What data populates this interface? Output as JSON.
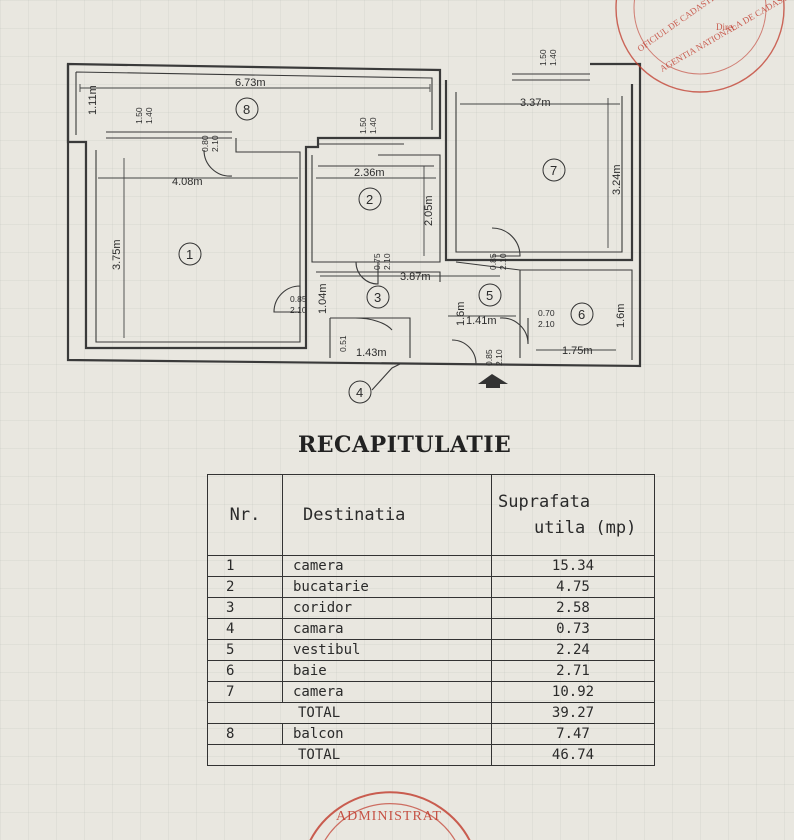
{
  "plan": {
    "dims": {
      "d673": "6.73m",
      "d111": "1.11m",
      "d408": "4.08m",
      "d375": "3.75m",
      "d236": "2.36m",
      "d205": "2.05m",
      "d337": "3.37m",
      "d324": "3.24m",
      "d387": "3.87m",
      "d104": "1.04m",
      "d141": "1.41m",
      "d16a": "1.6m",
      "d16b": "1.6m",
      "d143": "1.43m",
      "d051": "0.51",
      "d175": "1.75m"
    },
    "openings": {
      "w1a": "1.50",
      "w1b": "1.40",
      "w2a": "1.50",
      "w2b": "1.40",
      "w7a": "1.50",
      "w7b": "1.40",
      "dbalc_a": "0.80",
      "dbalc_b": "2.10",
      "d2a": "0.75",
      "d2b": "2.10",
      "d7a": "0.85",
      "d7b": "2.10",
      "d1a": "0.85",
      "d1b": "2.10",
      "d6a": "0.70",
      "d6b": "2.10",
      "dent_a": "0.85",
      "dent_b": "2.10"
    },
    "rooms": {
      "r1": "1",
      "r2": "2",
      "r3": "3",
      "r4": "4",
      "r5": "5",
      "r6": "6",
      "r7": "7",
      "r8": "8"
    }
  },
  "stamps": {
    "top": "OFICIUL DE CADASTRU SI PUBLICITATE IMOBILIARA",
    "top2": "AGENTIA NATIONALA DE CADASTRU",
    "top3": "Direc",
    "bottom": "ADMINISTRAT"
  },
  "recap": {
    "title": "RECAPITULATIE",
    "headers": {
      "nr": "Nr.",
      "dest": "Destinatia",
      "val1": "Suprafata",
      "val2": "utila (mp)"
    },
    "rows": [
      {
        "nr": "1",
        "dest": "camera",
        "val": "15.34"
      },
      {
        "nr": "2",
        "dest": "bucatarie",
        "val": "4.75"
      },
      {
        "nr": "3",
        "dest": "coridor",
        "val": "2.58"
      },
      {
        "nr": "4",
        "dest": "camara",
        "val": "0.73"
      },
      {
        "nr": "5",
        "dest": "vestibul",
        "val": "2.24"
      },
      {
        "nr": "6",
        "dest": "baie",
        "val": "2.71"
      },
      {
        "nr": "7",
        "dest": "camera",
        "val": "10.92"
      }
    ],
    "total1": {
      "label": "TOTAL",
      "val": "39.27"
    },
    "balcon": {
      "nr": "8",
      "dest": "balcon",
      "val": "7.47"
    },
    "total2": {
      "label": "TOTAL",
      "val": "46.74"
    }
  }
}
